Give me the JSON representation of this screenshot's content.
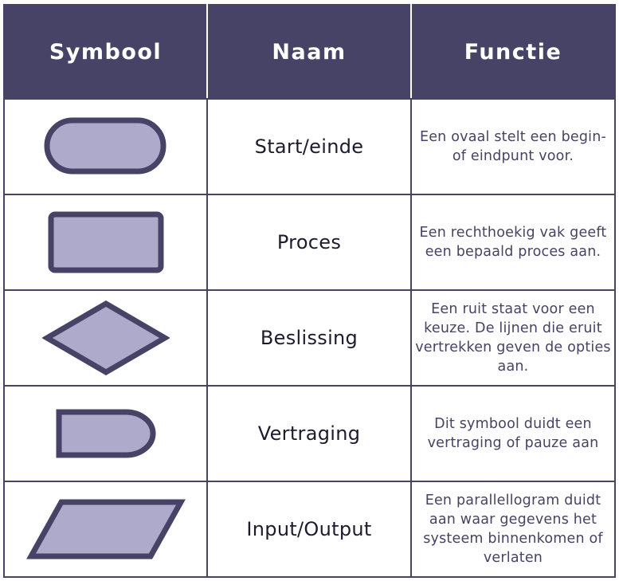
{
  "colors": {
    "header_bg": "#474366",
    "border": "#474366",
    "shape_fill": "#aeaacb",
    "shape_stroke": "#474366",
    "name_text": "#1d1b2e",
    "func_text": "#474366"
  },
  "header": {
    "symbol": "Symbool",
    "name": "Naam",
    "function": "Functie"
  },
  "rows": [
    {
      "icon": "oval-icon",
      "name": "Start/einde",
      "function": "Een ovaal stelt een begin- of eindpunt voor."
    },
    {
      "icon": "rectangle-icon",
      "name": "Proces",
      "function": "Een rechthoekig vak geeft een bepaald proces aan."
    },
    {
      "icon": "diamond-icon",
      "name": "Beslissing",
      "function": "Een ruit staat voor een keuze. De lijnen die eruit vertrekken geven de opties aan."
    },
    {
      "icon": "delay-icon",
      "name": "Vertraging",
      "function": "Dit symbool duidt een vertraging of pauze aan"
    },
    {
      "icon": "parallelogram-icon",
      "name": "Input/Output",
      "function": "Een parallellogram duidt aan waar gegevens het systeem binnenkomen of verlaten"
    }
  ]
}
